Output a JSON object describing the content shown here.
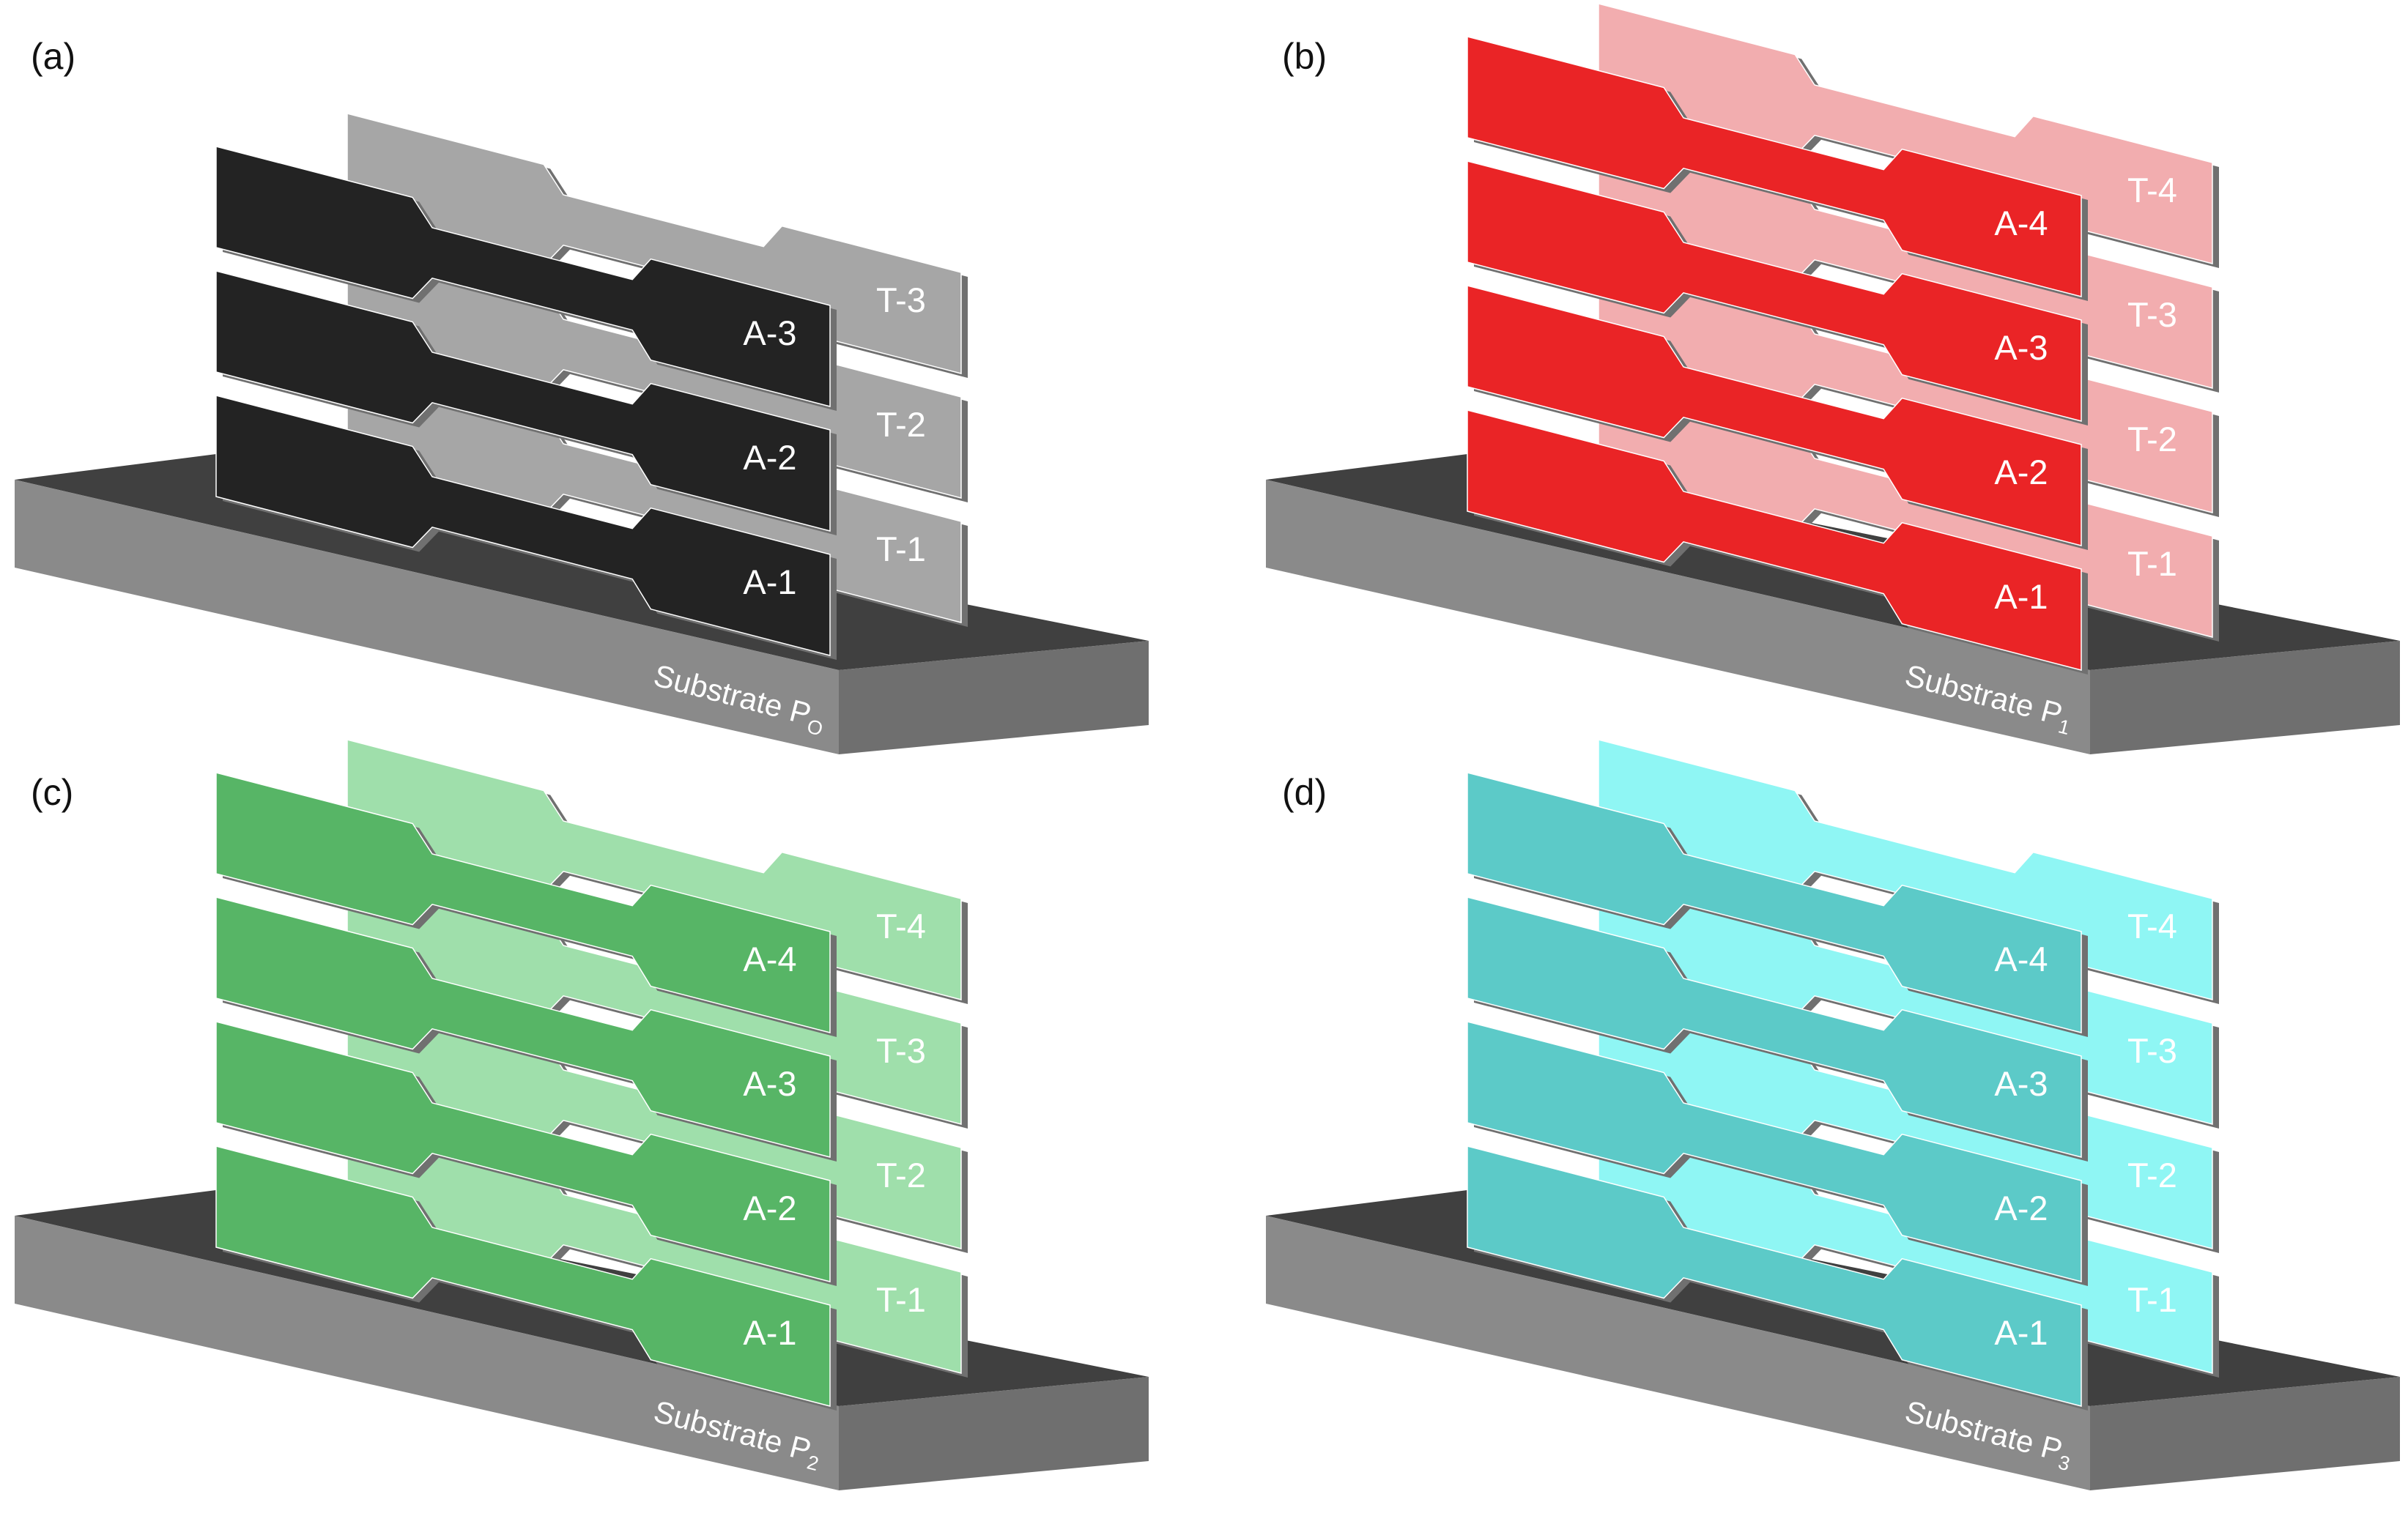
{
  "panels": [
    {
      "label": "(a)",
      "substrate": {
        "name": "Substrate P",
        "subscript": "O"
      },
      "front_color": "#232323",
      "back_color": "#a6a6a6",
      "front": [
        "A-1",
        "A-2",
        "A-3"
      ],
      "back": [
        "T-1",
        "T-2",
        "T-3"
      ]
    },
    {
      "label": "(b)",
      "substrate": {
        "name": "Substrate P",
        "subscript": "1"
      },
      "front_color": "#ea2426",
      "back_color": "#f2adaf",
      "front": [
        "A-1",
        "A-2",
        "A-3",
        "A-4"
      ],
      "back": [
        "T-1",
        "T-2",
        "T-3",
        "T-4"
      ]
    },
    {
      "label": "(c)",
      "substrate": {
        "name": "Substrate P",
        "subscript": "2"
      },
      "front_color": "#57b566",
      "back_color": "#9fdfab",
      "front": [
        "A-1",
        "A-2",
        "A-3",
        "A-4"
      ],
      "back": [
        "T-1",
        "T-2",
        "T-3",
        "T-4"
      ]
    },
    {
      "label": "(d)",
      "substrate": {
        "name": "Substrate P",
        "subscript": "3"
      },
      "front_color": "#5ccac8",
      "back_color": "#8ff6f4",
      "front": [
        "A-1",
        "A-2",
        "A-3",
        "A-4"
      ],
      "back": [
        "T-1",
        "T-2",
        "T-3",
        "T-4"
      ]
    }
  ],
  "colors": {
    "substrate_top": "#404040",
    "substrate_front": "#8a8a8a",
    "substrate_side": "#6f6f6f",
    "edge_shadow": "#707070"
  }
}
